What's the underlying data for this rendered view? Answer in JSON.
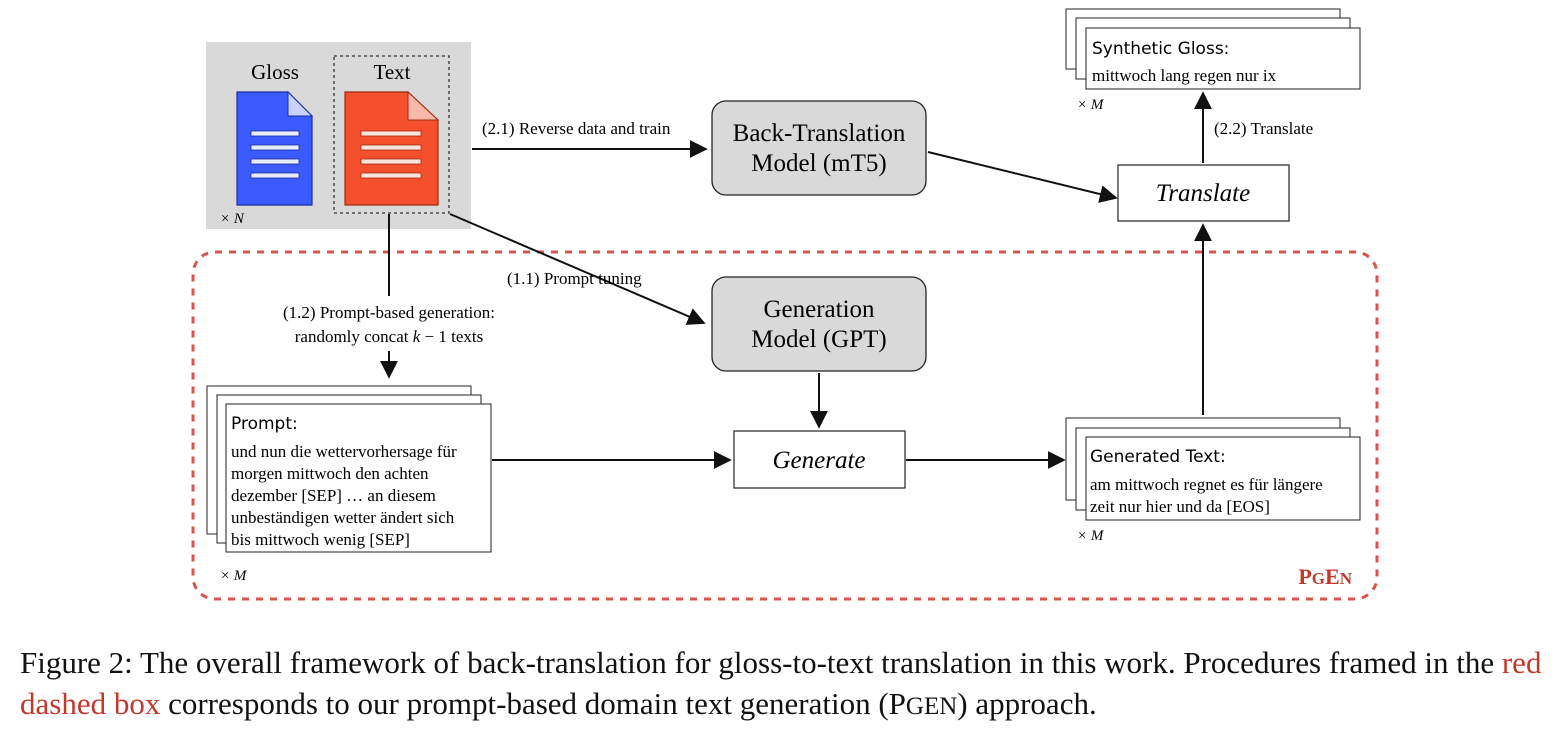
{
  "corpus": {
    "gloss_label": "Gloss",
    "text_label": "Text",
    "count_label": "× N"
  },
  "bt_model": {
    "line1": "Back-Translation",
    "line2": "Model (mT5)"
  },
  "gen_model": {
    "line1": "Generation",
    "line2": "Model (GPT)"
  },
  "translate_box": "Translate",
  "generate_box": "Generate",
  "edges": {
    "reverse_train": "(2.1) Reverse data and train",
    "translate": "(2.2) Translate",
    "prompt_tuning": "(1.1) Prompt tuning",
    "prompt_gen_line1": "(1.2) Prompt-based generation:",
    "prompt_gen_line2_pre": "randomly concat ",
    "prompt_gen_k": "k",
    "prompt_gen_line2_post": " − 1 texts"
  },
  "synthetic": {
    "title": "Synthetic Gloss:",
    "text": "mittwoch lang regen nur ix",
    "count_label": "× M"
  },
  "prompt": {
    "title": "Prompt:",
    "lines": [
      "und nun die wettervorhersage für",
      "morgen mittwoch den achten",
      "dezember [SEP] … an diesem",
      "unbeständigen wetter ändert sich",
      "bis mittwoch wenig [SEP]"
    ],
    "count_label": "× M"
  },
  "generated": {
    "title": "Generated Text:",
    "lines": [
      "am mittwoch regnet es für längere",
      "zeit nur hier und da [EOS]"
    ],
    "count_label": "× M"
  },
  "pgen_label": {
    "big1": "P",
    "small1": "G",
    "big2": "E",
    "small2": "N"
  },
  "caption": {
    "part1": "Figure 2: The overall framework of back-translation for gloss-to-text translation in this work. Procedures framed in the ",
    "red": "red dashed box",
    "part2": " corresponds to our prompt-based domain text generation (P",
    "sc": "GEN",
    "part3": ") approach."
  },
  "colors": {
    "gloss_doc": "#3b5bff",
    "text_doc": "#f4502e",
    "pgen_red": "#c0392b",
    "model_fill": "#d9d9d9",
    "corpus_bg": "#d9d9d9"
  }
}
